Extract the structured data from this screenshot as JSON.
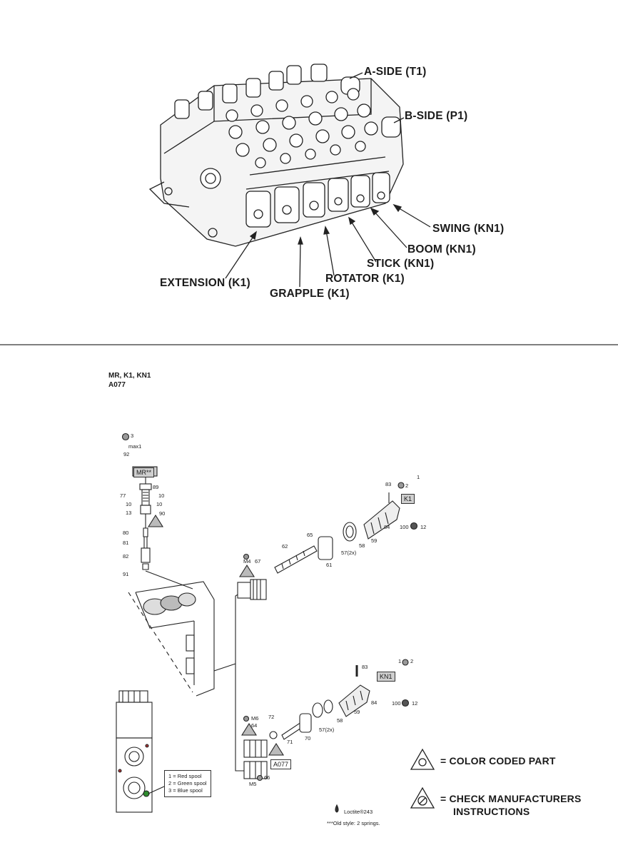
{
  "overview": {
    "labels": {
      "a_side": "A-SIDE (T1)",
      "b_side": "B-SIDE (P1)",
      "swing": "SWING (KN1)",
      "boom": "BOOM (KN1)",
      "stick": "STICK (KN1)",
      "rotator": "ROTATOR (K1)",
      "extension": "EXTENSION (K1)",
      "grapple": "GRAPPLE (K1)"
    }
  },
  "exploded": {
    "header_line1": "MR, K1, KN1",
    "header_line2": "A077",
    "part_numbers": {
      "p3": "3",
      "max1": "max1",
      "p92": "92",
      "mr": "MR**",
      "p89": "89",
      "p77": "77",
      "p10a": "10",
      "p10b": "10",
      "p10c": "10",
      "p13": "13",
      "p90": "90",
      "p80": "80",
      "p81": "81",
      "p82": "82",
      "p91": "91",
      "m4": "M4",
      "p67": "67",
      "p62": "62",
      "p65": "65",
      "p61": "61",
      "p57": "57(2x)",
      "p58": "58",
      "p59": "59",
      "p83": "83",
      "p2": "2",
      "p1": "1",
      "k1": "K1",
      "p84": "84",
      "p100": "100",
      "p12": "12",
      "p83b": "83",
      "p1b": "1",
      "p2b": "2",
      "kn1": "KN1",
      "p100b": "100",
      "p12b": "12",
      "p84b": "84",
      "p59b": "59",
      "p58b": "58",
      "p57b": "57(2x)",
      "p70": "70",
      "p71": "71",
      "p72": "72",
      "m6": "M6",
      "p64": "64",
      "a077": "A077",
      "p66": "66",
      "m5": "M5"
    },
    "spool_legend": [
      "1 = Red spool",
      "2 = Green spool",
      "3 = Blue spool"
    ],
    "footnote1": "Loctite®243",
    "footnote2": "***Old style: 2 springs."
  },
  "legend": {
    "color_coded": "= COLOR CODED PART",
    "check_line1": "= CHECK MANUFACTURERS",
    "check_line2": "INSTRUCTIONS"
  }
}
